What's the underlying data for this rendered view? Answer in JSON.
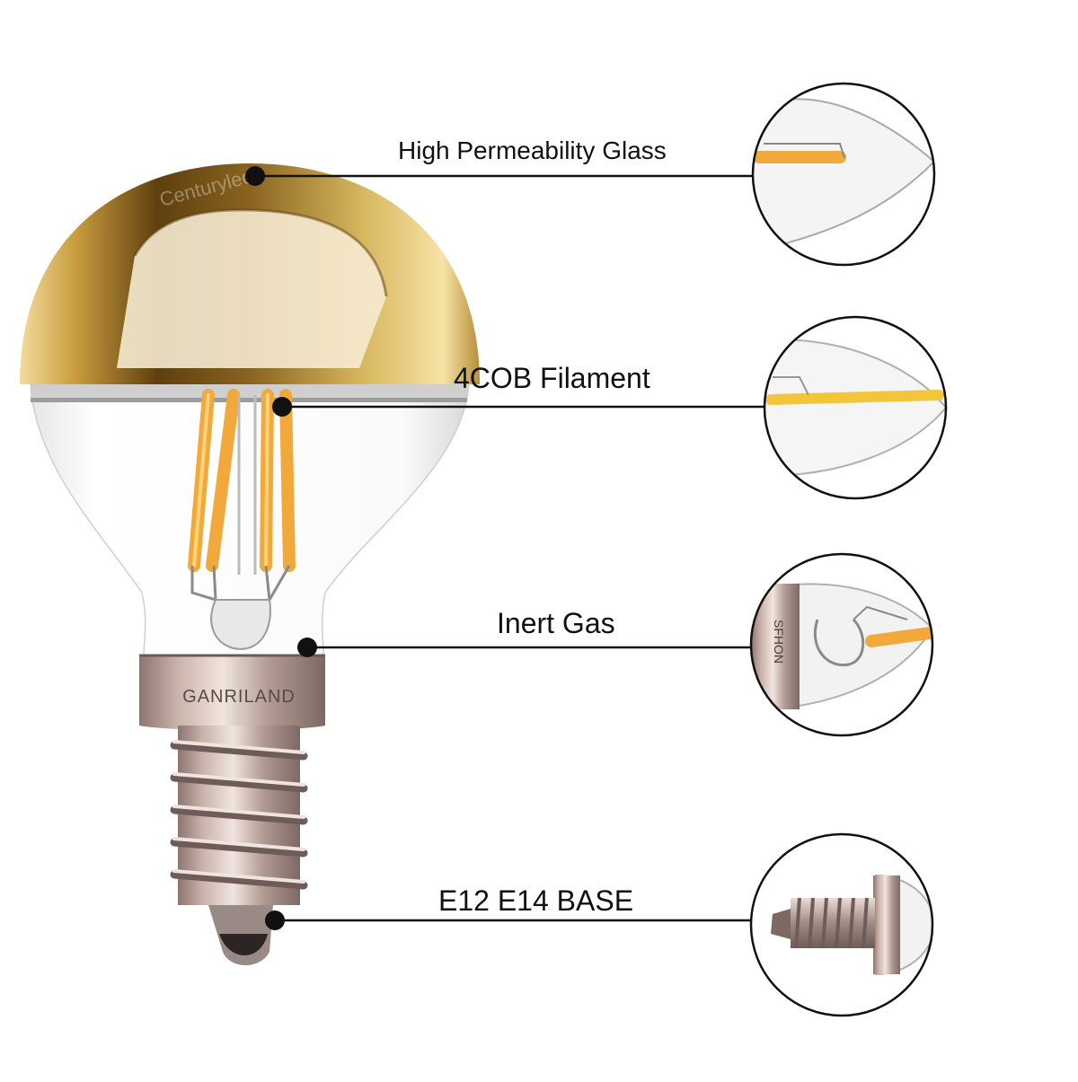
{
  "callouts": [
    {
      "id": "glass",
      "label": "High Permeability Glass"
    },
    {
      "id": "filament",
      "label": "4COB Filament"
    },
    {
      "id": "gas",
      "label": "Inert Gas"
    },
    {
      "id": "base",
      "label": "E12 E14 BASE"
    }
  ],
  "bulb": {
    "brand_text": "GANRILAND",
    "watermark_text": "Centuryled",
    "detail_base_text": "SFHON"
  },
  "colors": {
    "gold": "#c8a24a",
    "gold_dark": "#6a4a12",
    "filament": "#f2a93b",
    "metal": "#b9a19a",
    "line": "#111111"
  }
}
